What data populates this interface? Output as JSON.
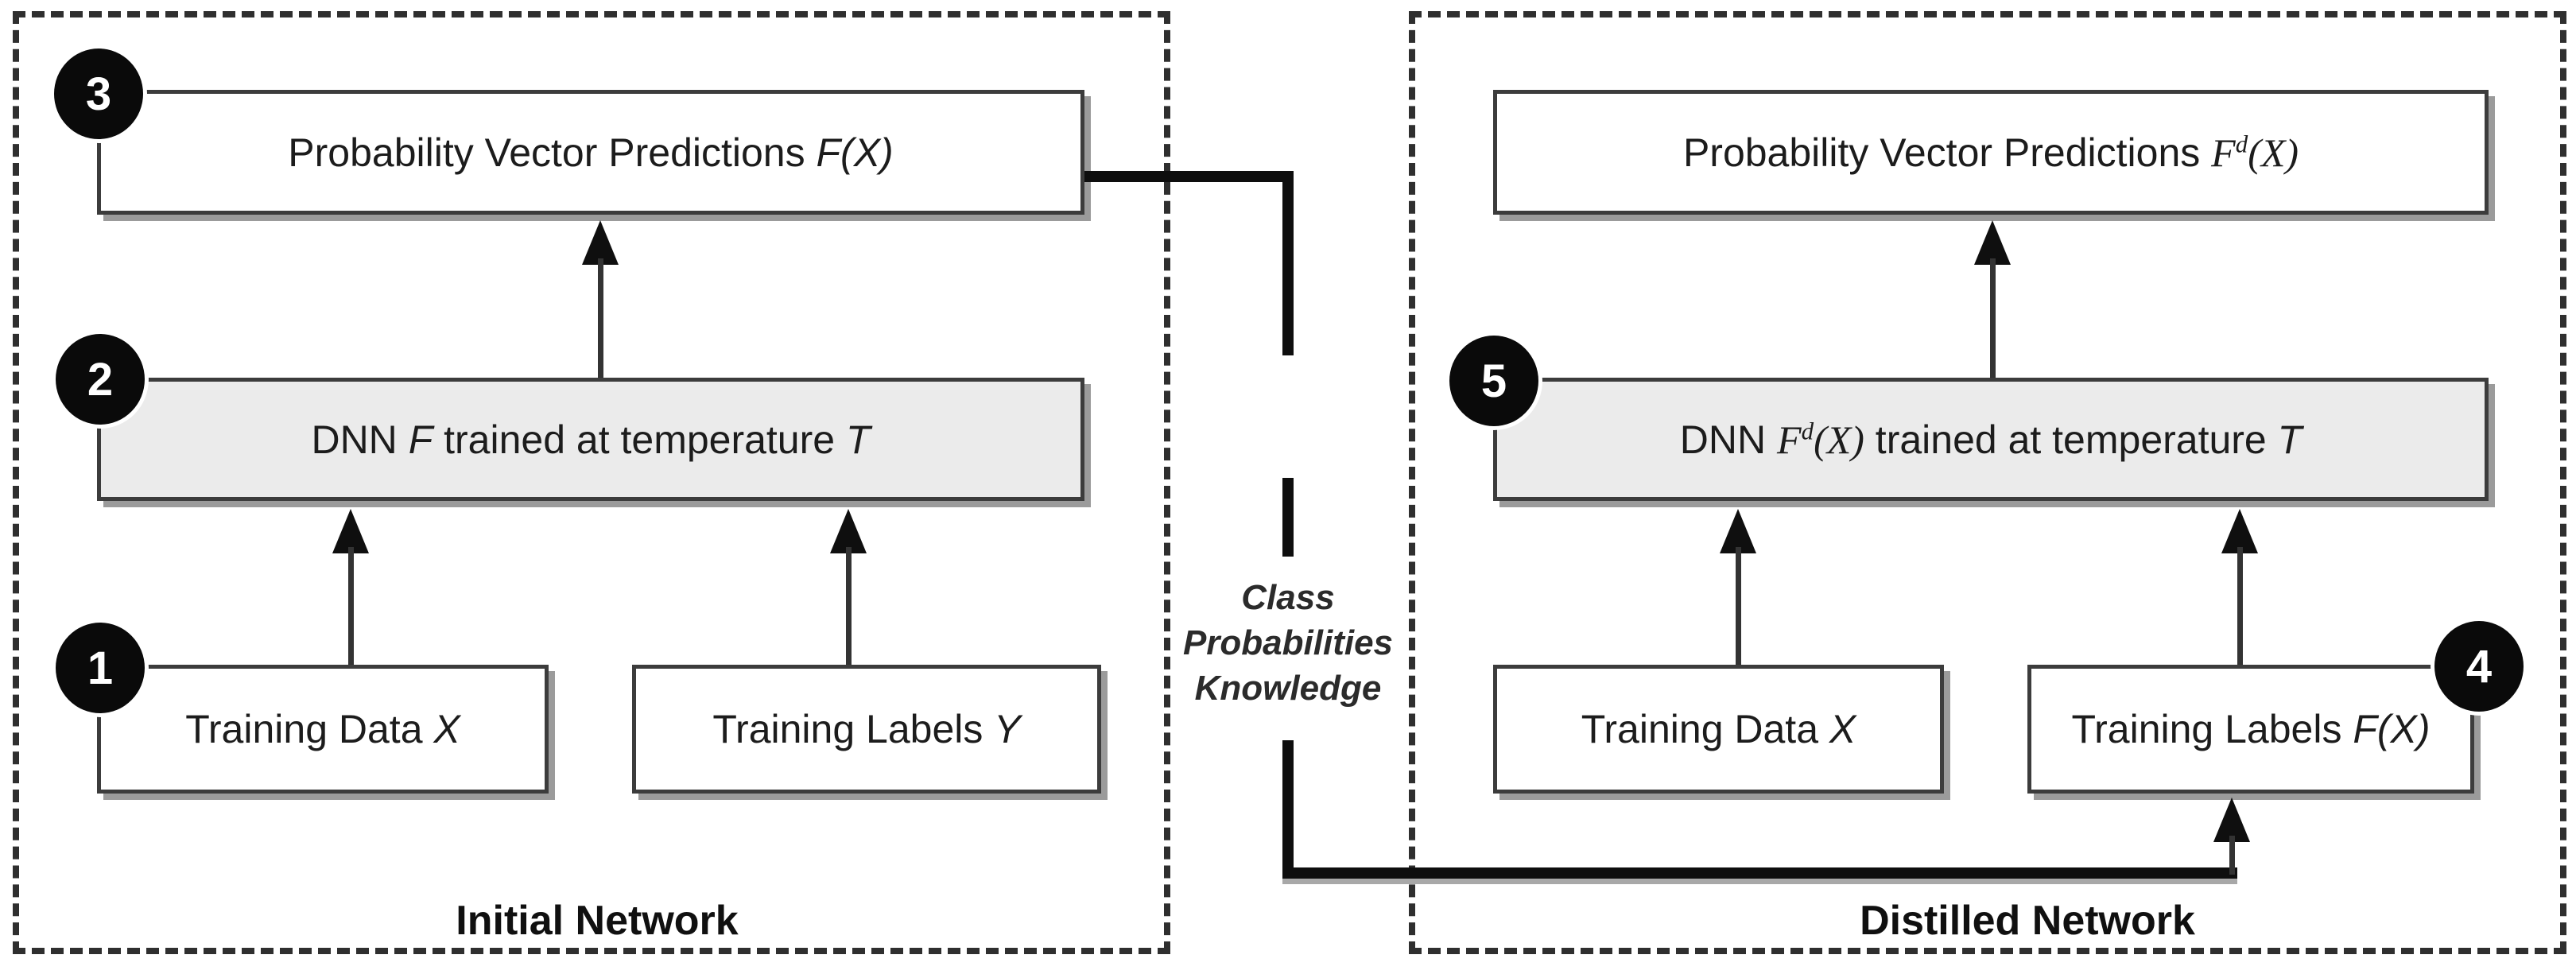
{
  "diagram": {
    "initial": {
      "title": "Initial Network",
      "predictions": {
        "badge": "3",
        "label": "Probability Vector Predictions ",
        "var": "F(X)"
      },
      "dnn": {
        "badge": "2",
        "pre": "DNN ",
        "var1": "F",
        "mid": " trained at temperature ",
        "var2": "T"
      },
      "data": {
        "badge": "1",
        "label": "Training Data ",
        "var": "X"
      },
      "labels": {
        "label": "Training Labels ",
        "var": "Y"
      }
    },
    "knowledge": {
      "label": "Class\nProbabilities\nKnowledge"
    },
    "distilled": {
      "title": "Distilled Network",
      "predictions": {
        "label": "Probability Vector Predictions ",
        "var_base": "F",
        "var_sup": "d",
        "var_args": "(X)"
      },
      "dnn": {
        "badge": "5",
        "pre": "DNN ",
        "var_base": "F",
        "var_sup": "d",
        "var_args": "(X)",
        "mid": " trained at temperature ",
        "var2": "T"
      },
      "data": {
        "label": "Training Data ",
        "var": "X"
      },
      "labels": {
        "badge": "4",
        "label": "Training Labels ",
        "var": "F(X)"
      }
    }
  }
}
